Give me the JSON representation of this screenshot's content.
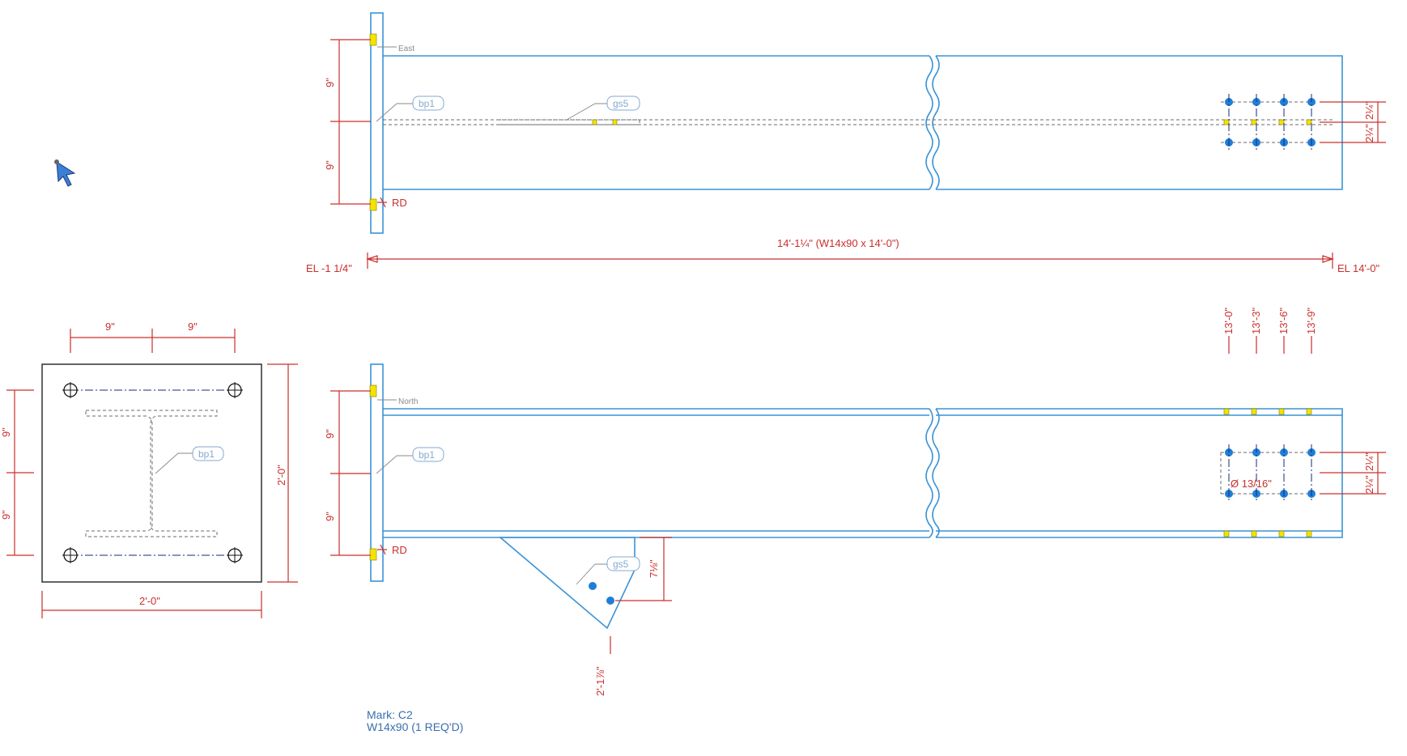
{
  "views": {
    "top": {
      "direction_label": "East",
      "length_dim": "14'-1¼\" (W14x90 x 14'-0\")",
      "el_left": "EL -1 1/4\"",
      "el_right": "EL 14'-0\"",
      "left_dims": [
        "9\"",
        "9\""
      ],
      "right_dims": [
        "2¼\"",
        "2¼\""
      ],
      "tags": [
        "bp1",
        "gs5"
      ],
      "rd_label": "RD"
    },
    "bottom": {
      "direction_label": "North",
      "left_dims": [
        "9\"",
        "9\""
      ],
      "right_dims": [
        "2¼\"",
        "2¼\""
      ],
      "hole_label": "Ø 13/16\"",
      "bolt_stations": [
        "13'-0\"",
        "13'-3\"",
        "13'-6\"",
        "13'-9\""
      ],
      "gusset_dim_vertical": "7⅛\"",
      "gusset_dim_station": "2'-1⅞\"",
      "tags": [
        "bp1",
        "gs5"
      ],
      "rd_label": "RD"
    },
    "base_plate": {
      "top_dims": [
        "9\"",
        "9\""
      ],
      "left_dims": [
        "9\"",
        "9\""
      ],
      "height_dim": "2'-0\"",
      "width_dim": "2'-0\"",
      "tag": "bp1"
    }
  },
  "mark": {
    "line1": "Mark: C2",
    "line2": "W14x90 (1 REQ'D)"
  },
  "icons": {
    "cursor": "pointer-cursor-icon"
  },
  "colors": {
    "beam_outline": "#3a93d6",
    "dimension": "#c9302c",
    "bolt": "#1e7fd8",
    "plate_bolt": "#f2e400",
    "tag": "#86a9cf",
    "mark_text": "#3a6fb0"
  }
}
